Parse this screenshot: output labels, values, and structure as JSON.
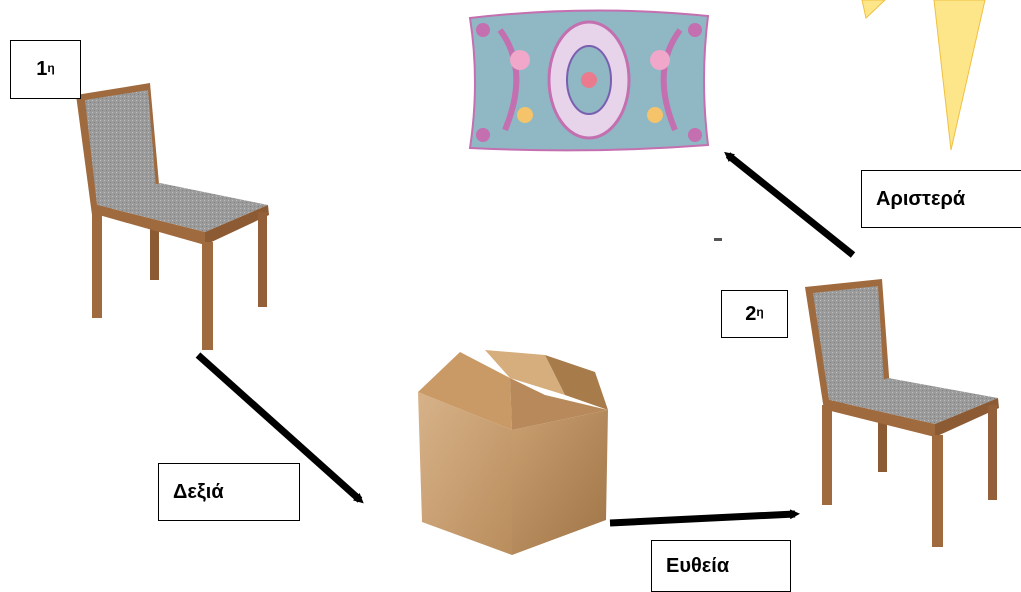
{
  "labels": {
    "first": {
      "num": "1",
      "sup": "η"
    },
    "second": {
      "num": "2",
      "sup": "η"
    },
    "right": "Δεξιά",
    "straight": "Ευθεία",
    "left": "Αριστερά"
  },
  "colors": {
    "arrow": "#000000",
    "wood": "#a06a3f",
    "fabric": "#9b9b9b",
    "box": "#c69c6d",
    "pillow_base": "#8fb8c4",
    "pillow_accent": "#c46fb0",
    "sun": "#fde68a"
  },
  "icons": [
    "chair-image",
    "pillow-image",
    "cardboard-box-image",
    "sun-ray-shape"
  ]
}
